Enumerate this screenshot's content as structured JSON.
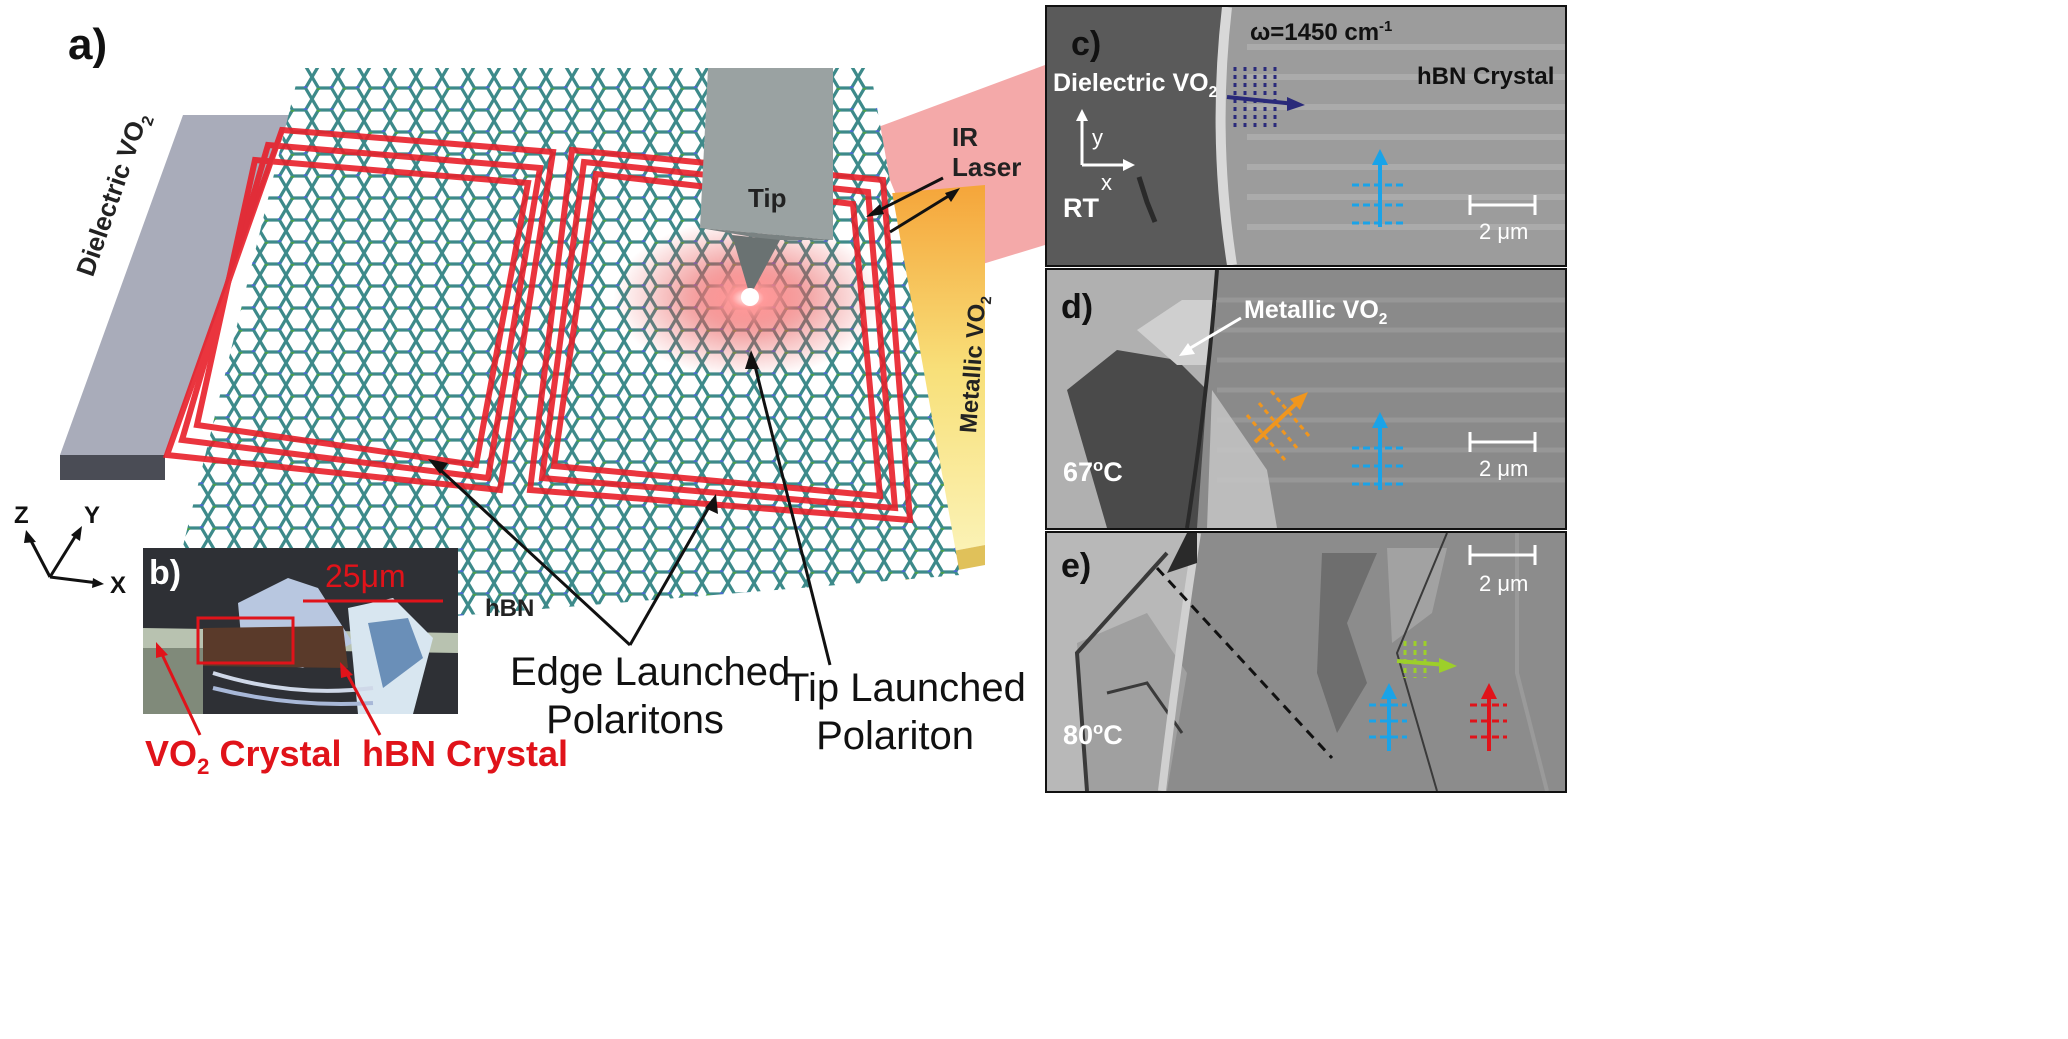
{
  "panel_a": {
    "letter": "a)",
    "dielectric_label": "Dielectric VO",
    "dielectric_sub": "2",
    "metallic_label": "Metallic VO",
    "metallic_sub": "2",
    "tip_label": "Tip",
    "ir_label_1": "IR",
    "ir_label_2": "Laser",
    "hbn_label": "hBN",
    "edge_label_1": "Edge Launched",
    "edge_label_2": "Polaritons",
    "tipp_label_1": "Tip Launched",
    "tipp_label_2": "Polariton",
    "axis_z": "Z",
    "axis_y": "Y",
    "axis_x": "X"
  },
  "panel_b": {
    "letter": "b)",
    "scale": "25μm",
    "vo2_label": "VO",
    "vo2_sub": "2",
    "vo2_tail": " Crystal",
    "hbn_crystal_label": "hBN Crystal"
  },
  "panel_c": {
    "letter": "c)",
    "omega": "ω=1450 cm",
    "omega_sup": "-1",
    "dielectric": "Dielectric VO",
    "dielectric_sub": "2",
    "hbn": "hBN Crystal",
    "axis_y": "y",
    "axis_x": "x",
    "temp": "RT",
    "scale": "2 μm"
  },
  "panel_d": {
    "letter": "d)",
    "metallic": "Metallic VO",
    "metallic_sub": "2",
    "temp": "67",
    "temp_sup": "o",
    "temp_unit": "C",
    "scale": "2 μm"
  },
  "panel_e": {
    "letter": "e)",
    "temp": "80",
    "temp_sup": "o",
    "temp_unit": "C",
    "scale": "2 μm"
  },
  "colors": {
    "red_accent": "#e0131a",
    "blue_arrow": "#1aa3e8",
    "orange_arrow": "#f0961e",
    "green_arrow": "#9dcf2a",
    "navy_arrow": "#2a2a7a"
  }
}
